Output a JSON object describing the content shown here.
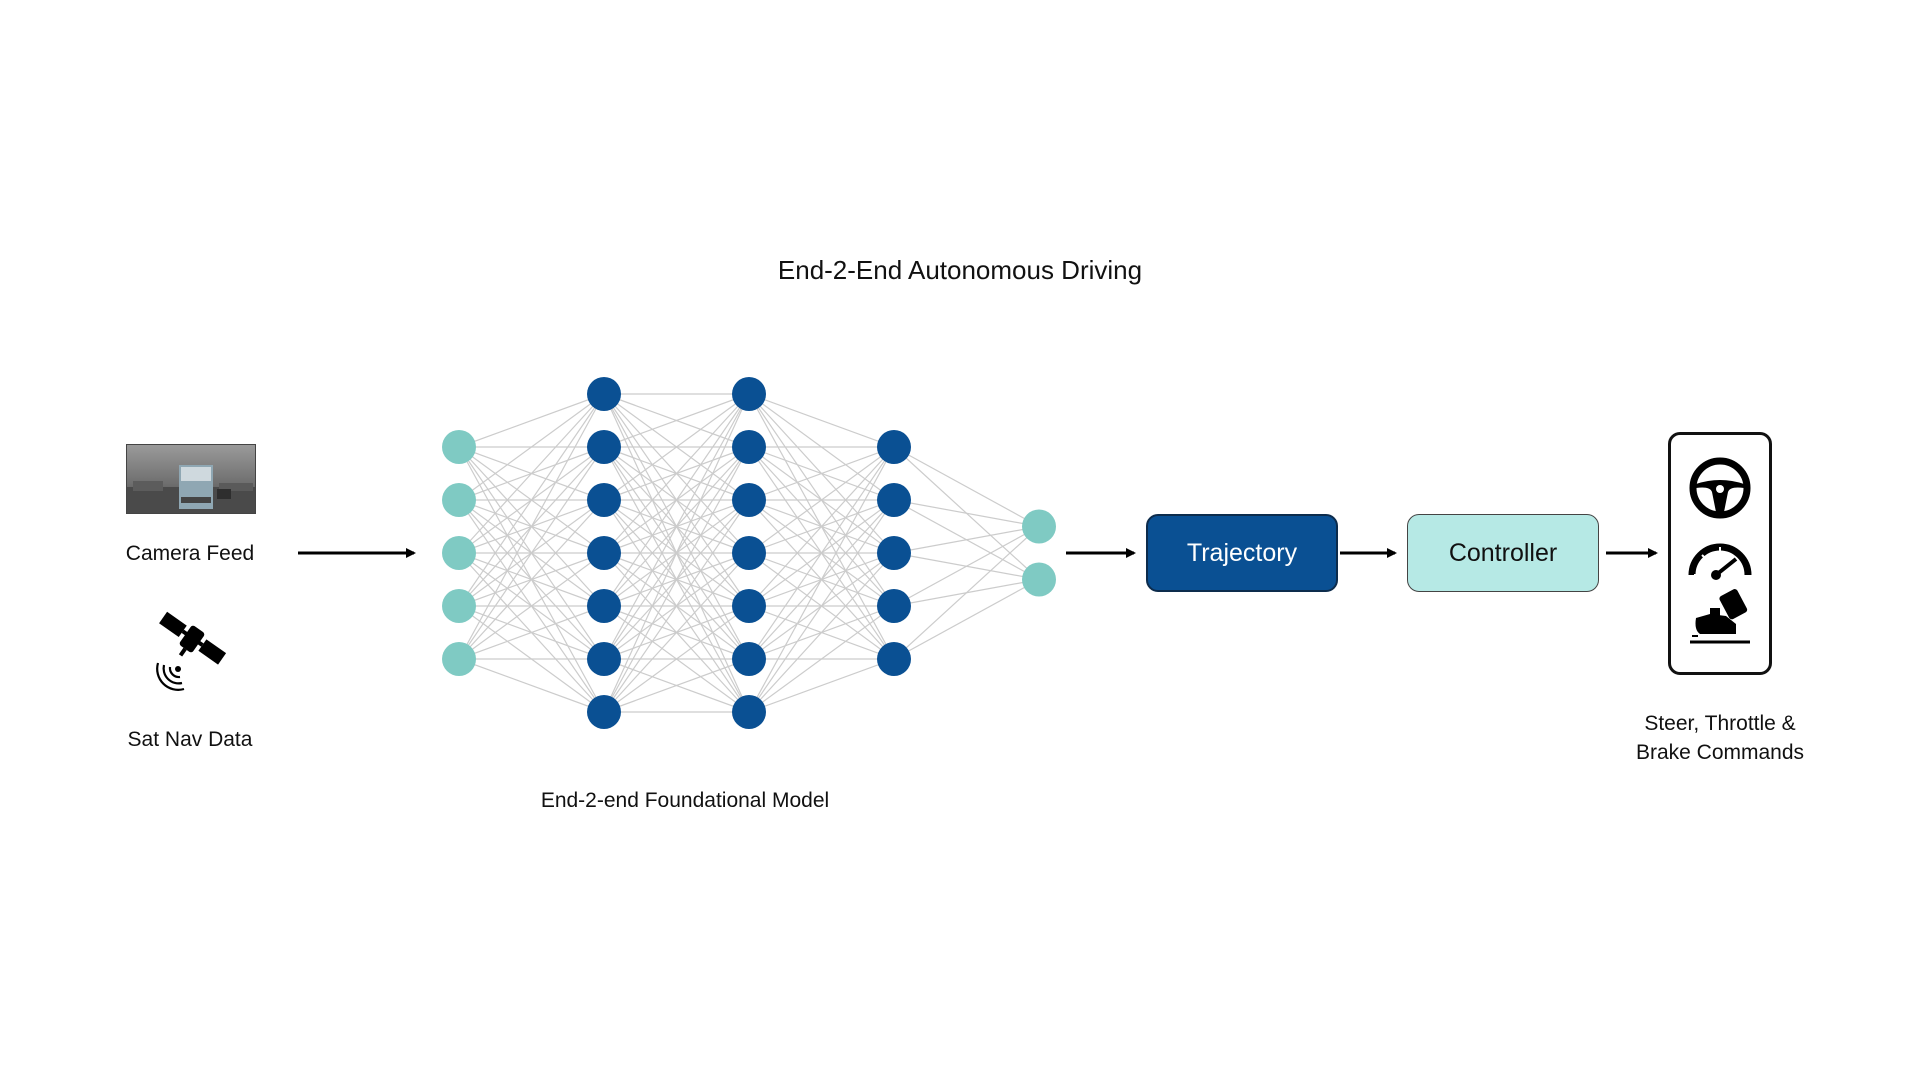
{
  "diagram": {
    "title": "End-2-End Autonomous Driving",
    "inputs": {
      "camera_label": "Camera Feed",
      "satnav_label": "Sat Nav Data"
    },
    "model": {
      "caption": "End-2-end Foundational Model",
      "layers": [
        {
          "nodes": 5,
          "color": "#7fcac3"
        },
        {
          "nodes": 7,
          "color": "#0a5093"
        },
        {
          "nodes": 7,
          "color": "#0a5093"
        },
        {
          "nodes": 5,
          "color": "#0a5093"
        },
        {
          "nodes": 2,
          "color": "#7fcac3"
        }
      ]
    },
    "trajectory_label": "Trajectory",
    "controller_label": "Controller",
    "outputs": {
      "line1": "Steer, Throttle &",
      "line2": "Brake Commands",
      "icons": [
        "steering-wheel-icon",
        "speedometer-icon",
        "pedal-icon"
      ]
    },
    "colors": {
      "dark_blue": "#0a5093",
      "teal": "#7fcac3",
      "light_teal": "#b6e9e5",
      "edge_gray": "#cccccc"
    }
  }
}
